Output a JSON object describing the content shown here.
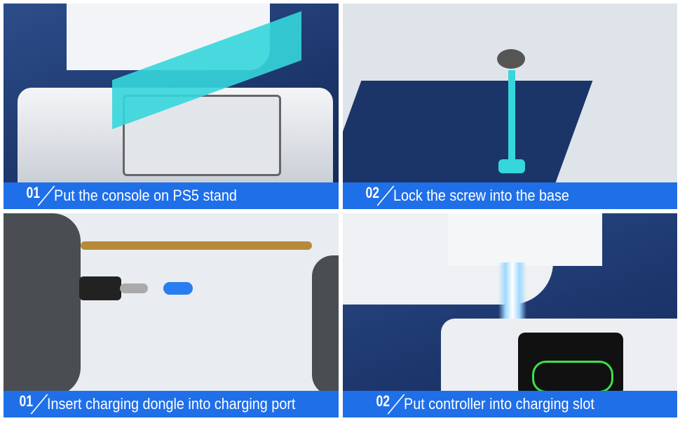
{
  "steps": [
    {
      "number": "01",
      "text": "Put the console on PS5 stand"
    },
    {
      "number": "02",
      "text": "Lock the screw into the base"
    },
    {
      "number": "01",
      "text": "Insert charging dongle into charging port"
    },
    {
      "number": "02",
      "text": "Put controller into charging slot"
    }
  ],
  "colors": {
    "caption_bg": "#1f6fe8",
    "highlight": "#35d6dc",
    "navy": "#1b3569"
  }
}
